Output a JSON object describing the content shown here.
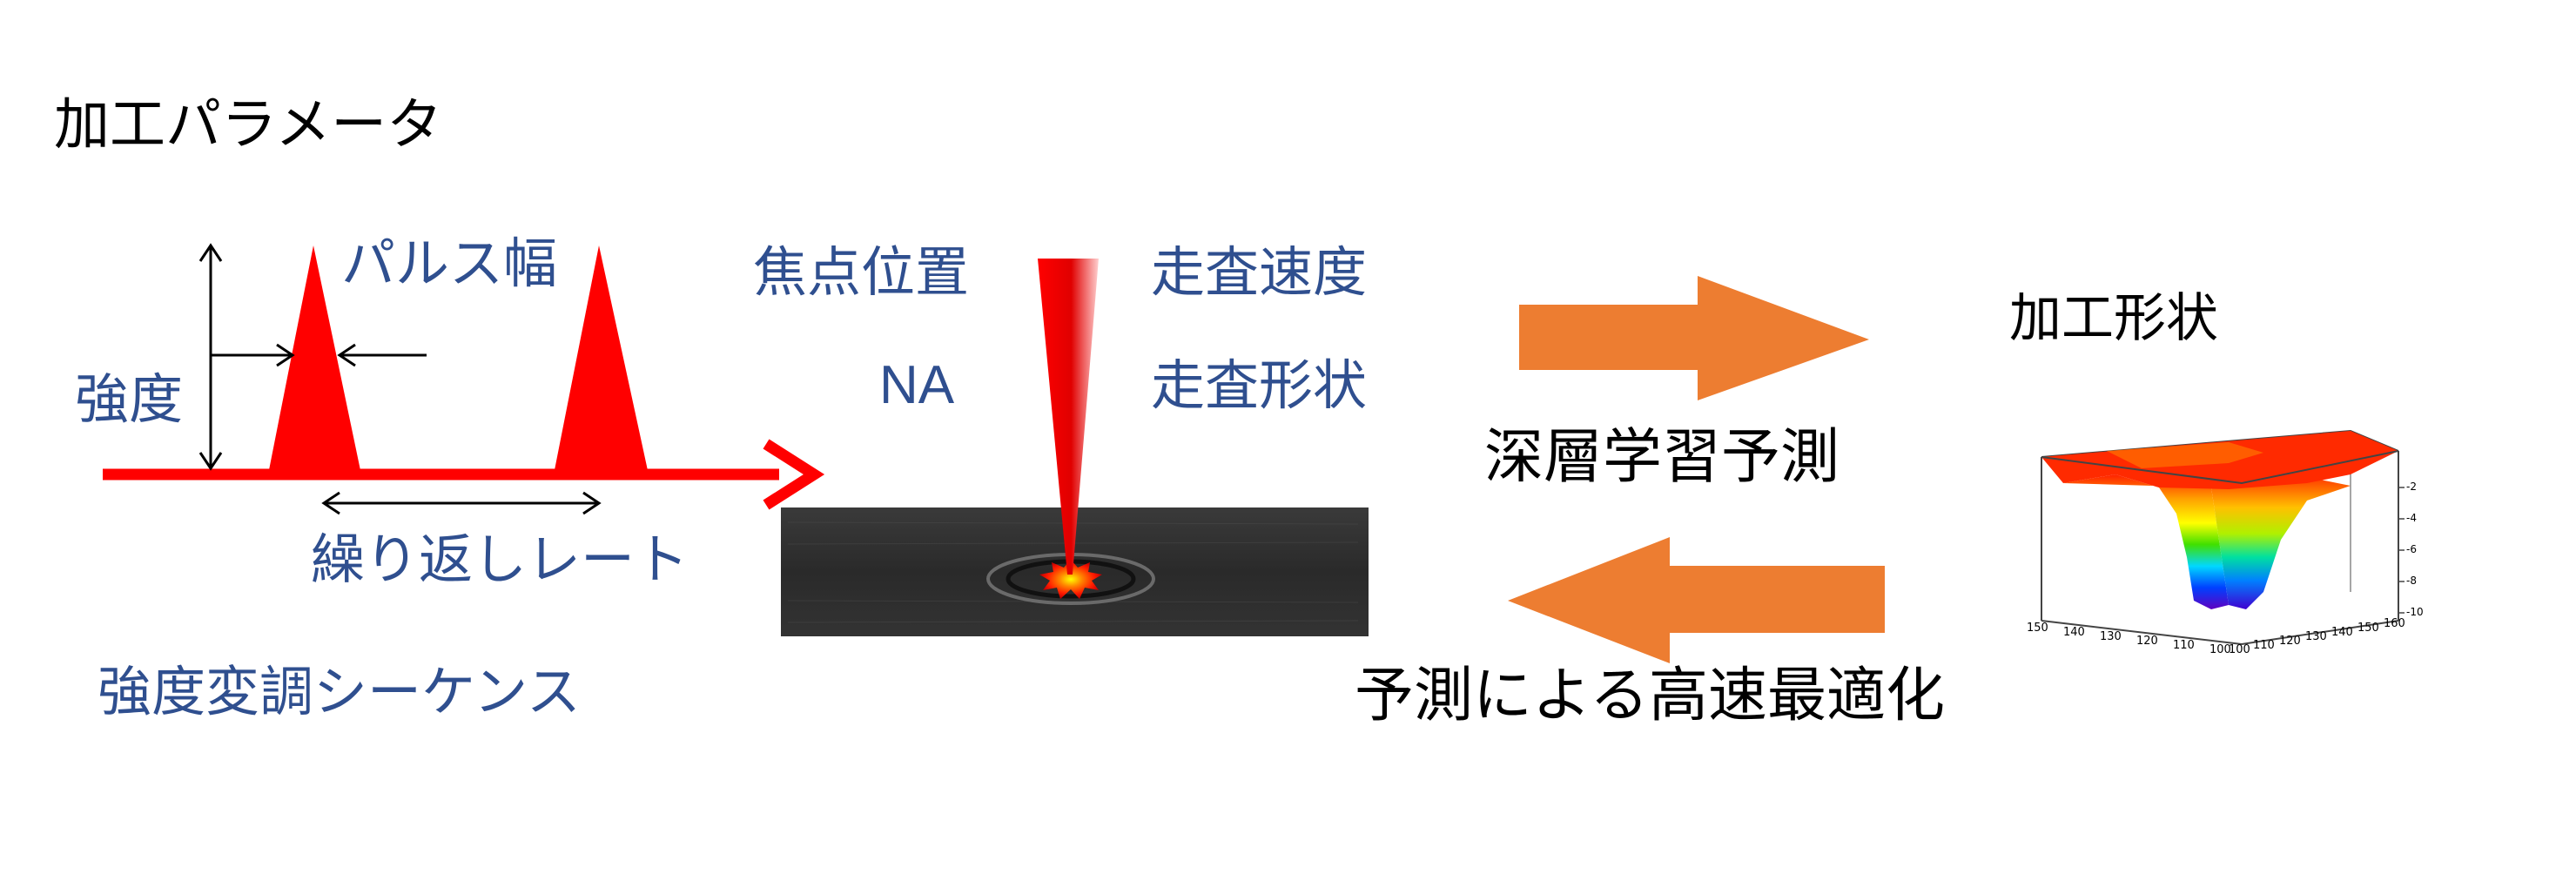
{
  "colors": {
    "pulse_red": "#ff0000",
    "label_blue": "#2f4f8f",
    "arrow_orange": "#ed7d31",
    "text_black": "#000000"
  },
  "left_panel": {
    "title": "加工パラメータ",
    "intensity_label": "強度",
    "pulse_width_label": "パルス幅",
    "repetition_rate_label": "繰り返しレート",
    "modulation_label": "強度変調シーケンス"
  },
  "center_panel": {
    "focus_position_label": "焦点位置",
    "scan_speed_label": "走査速度",
    "na_label": "NA",
    "scan_shape_label": "走査形状"
  },
  "right_panel": {
    "shape_label": "加工形状",
    "deep_learning_label": "深層学習予測",
    "optimization_label": "予測による高速最適化",
    "plot": {
      "left_axis_ticks": [
        "150",
        "140",
        "130",
        "120",
        "110",
        "100"
      ],
      "right_axis_ticks": [
        "100",
        "110",
        "120",
        "130",
        "140",
        "150",
        "160"
      ],
      "depth_ticks": [
        "-2",
        "-4",
        "-6",
        "-8",
        "-10"
      ]
    }
  }
}
